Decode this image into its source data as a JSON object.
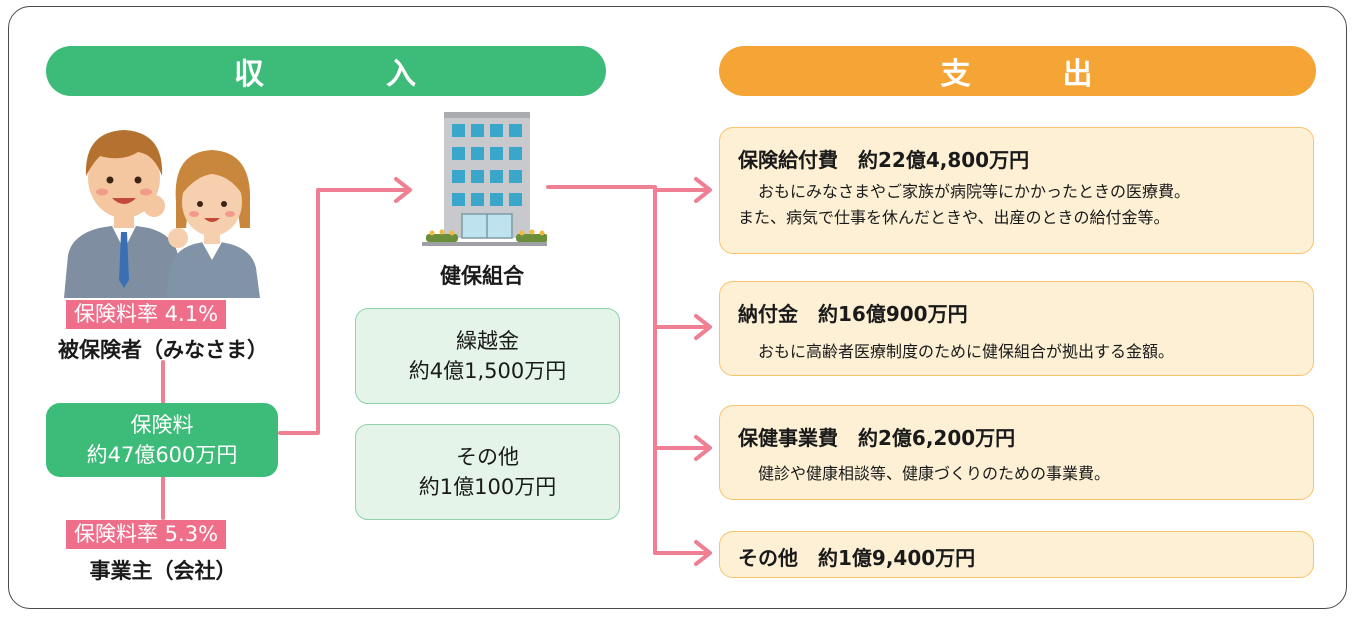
{
  "income": {
    "header": [
      "収",
      "入"
    ],
    "insured": {
      "rate": "保険料率 4.1%",
      "label": "被保険者（みなさま）"
    },
    "premium": {
      "line1": "保険料",
      "line2": "約47億600万円"
    },
    "employer": {
      "rate": "保険料率 5.3%",
      "label": "事業主（会社）"
    },
    "union": {
      "label": "健保組合"
    },
    "carryover": {
      "line1": "繰越金",
      "line2": "約4億1,500万円"
    },
    "other": {
      "line1": "その他",
      "line2": "約1億100万円"
    }
  },
  "expenditure": {
    "header": [
      "支",
      "出"
    ],
    "items": [
      {
        "title": "保険給付費　約22億4,800万円",
        "desc1": "おもにみなさまやご家族が病院等にかかったときの医療費。",
        "desc2": "また、病気で仕事を休んだときや、出産のときの給付金等。"
      },
      {
        "title": "納付金　約16億900万円",
        "desc1": "おもに高齢者医療制度のために健保組合が拠出する金額。"
      },
      {
        "title": "保健事業費　約2億6,200万円",
        "desc1": "健診や健康相談等、健康づくりのための事業費。"
      },
      {
        "title": "その他　約1億9,400万円"
      }
    ]
  },
  "colors": {
    "green": "#3dbb78",
    "orange": "#f5a535",
    "pink": "#ef6f8a"
  }
}
